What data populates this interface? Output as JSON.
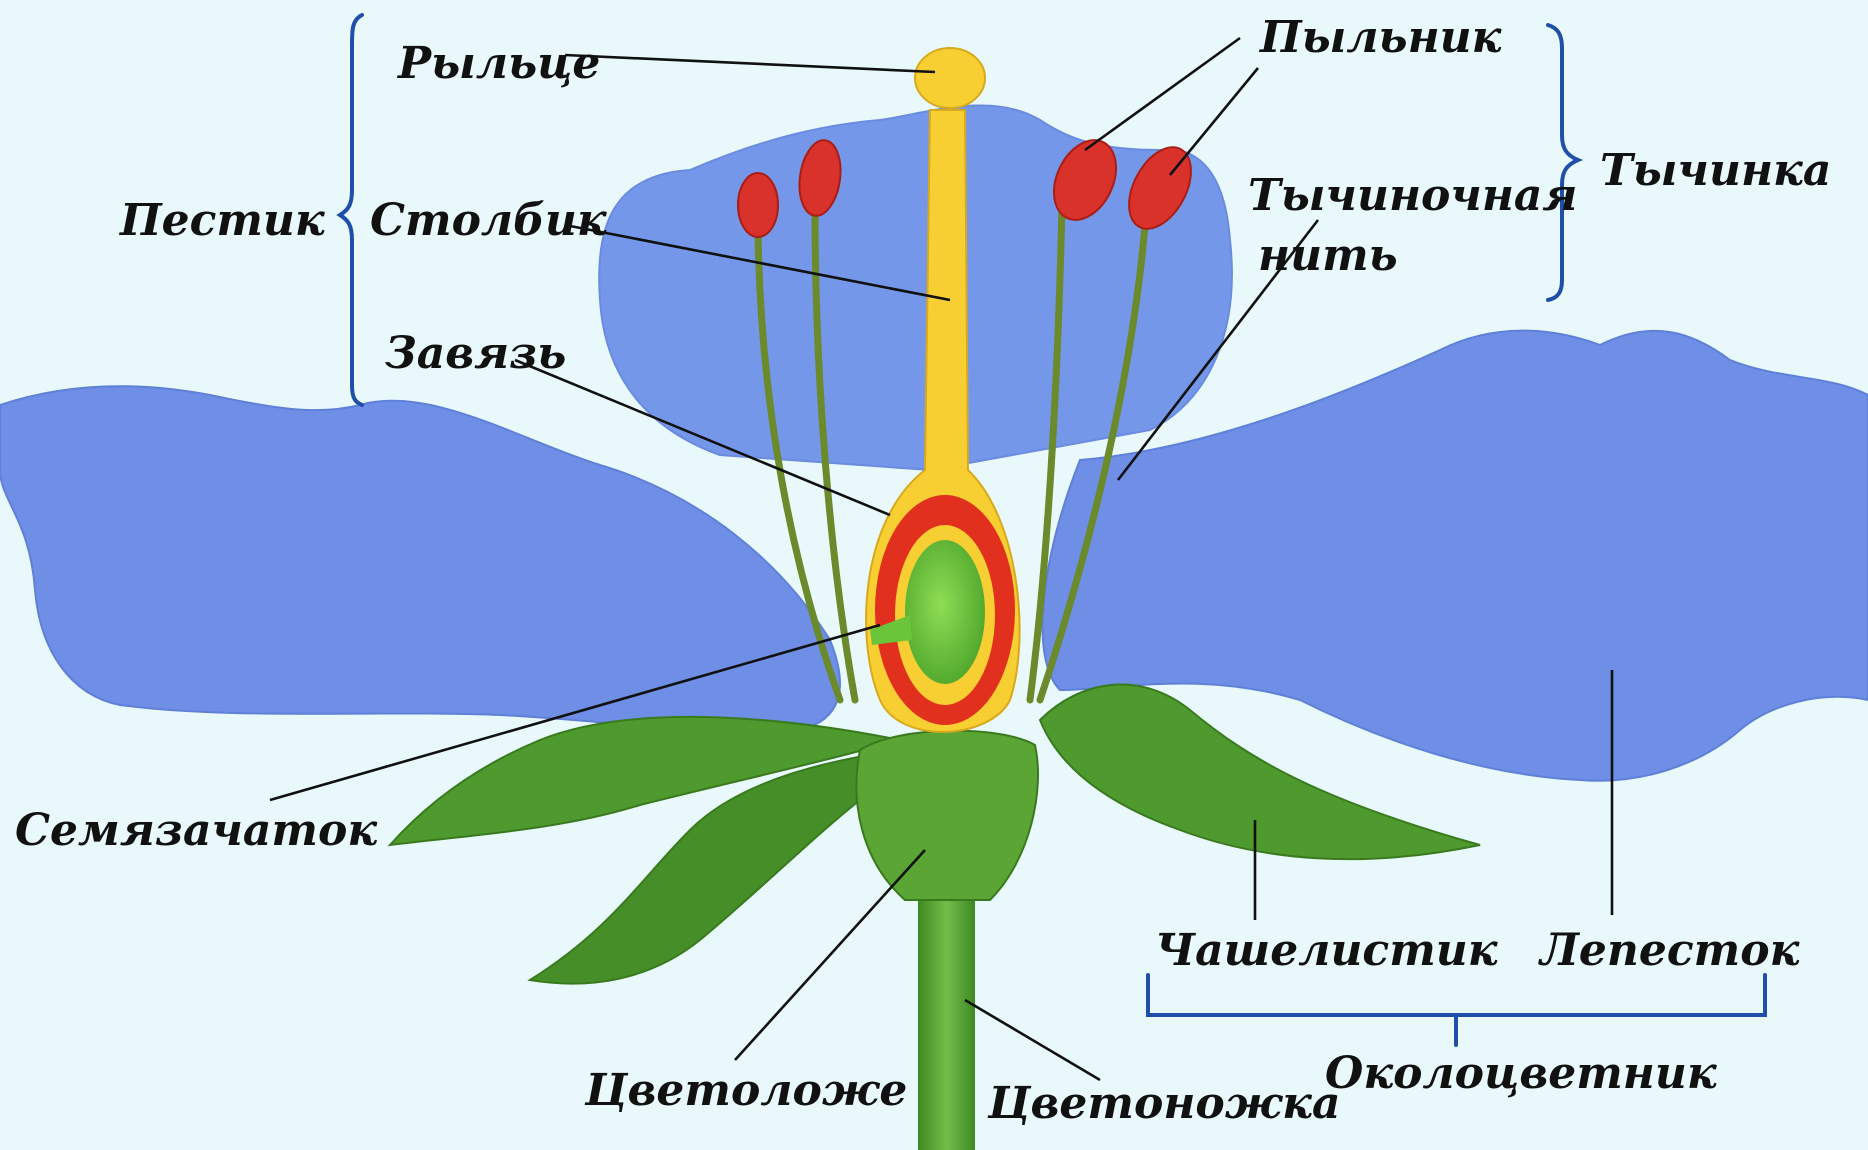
{
  "labels": {
    "stigma": "Рыльце",
    "style": "Столбик",
    "ovary": "Завязь",
    "pistil": "Пестик",
    "ovule": "Семязачаток",
    "anther": "Пыльник",
    "filament_line1": "Тычиночная",
    "filament_line2": "нить",
    "stamen": "Тычинка",
    "sepal": "Чашелистик",
    "petal": "Лепесток",
    "perianth": "Околоцветник",
    "receptacle": "Цветоложе",
    "pedicel": "Цветоножка"
  },
  "colors": {
    "background": "#e9f9fb",
    "petal": "#6f8fe6",
    "pistil": "#f7cf33",
    "ovary_wall": "#e1301e",
    "ovule": "#6bc53a",
    "sepal": "#4f9a2e",
    "anther": "#d9322a",
    "bracket": "#1f4fa8"
  }
}
